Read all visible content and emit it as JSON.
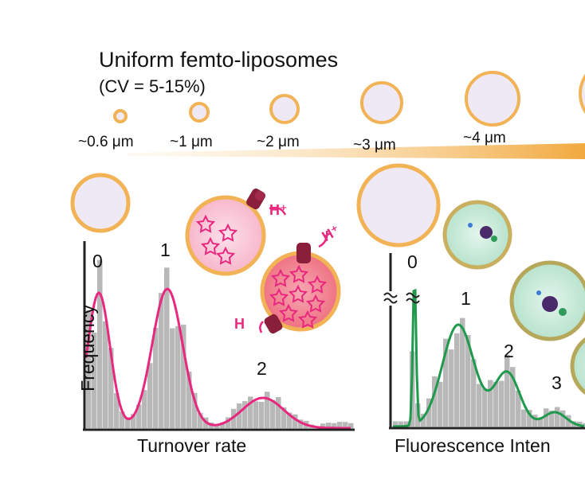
{
  "header": {
    "title": "Uniform femto-liposomes",
    "subtitle": "(CV = 5-15%)"
  },
  "sizes": [
    "~0.6 μm",
    "~1 μm",
    "~2 μm",
    "~3 μm",
    "~4 μm"
  ],
  "left_panel": {
    "ylabel": "Frequency",
    "xlabel": "Turnover rate",
    "peaks": [
      "0",
      "1",
      "2"
    ],
    "proton_labels": [
      "H⁺",
      "H⁺",
      "H"
    ],
    "curve_color": "#e8287e"
  },
  "right_panel": {
    "xlabel": "Fluorescence Inten",
    "peaks": [
      "0",
      "1",
      "2",
      "3"
    ],
    "curve_color": "#1f9a4d"
  },
  "colors": {
    "membrane": "#f2b356",
    "inner": "#efe9f5",
    "bars": "#b8b8b8",
    "accent": "#e8287e"
  }
}
